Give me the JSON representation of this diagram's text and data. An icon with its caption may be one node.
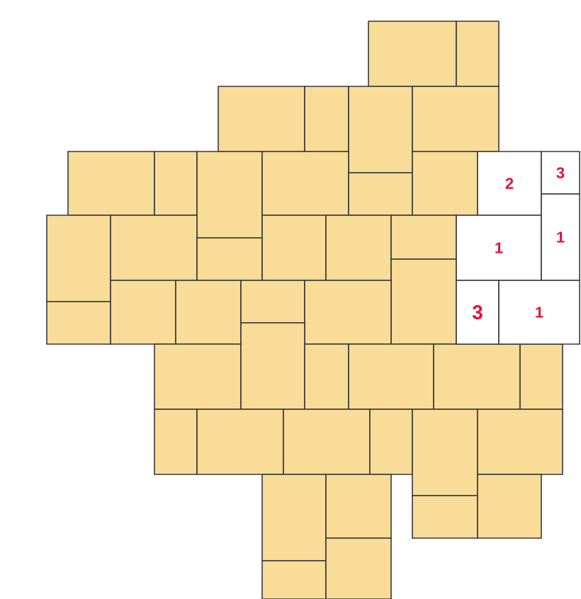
{
  "diagram": {
    "nodes": [
      {
        "text": [
          "2"
        ]
      },
      {
        "text": [
          "3"
        ]
      },
      {
        "text": [
          "1"
        ]
      },
      {
        "text": [
          "1"
        ]
      },
      {
        "text": [
          "3"
        ]
      },
      {
        "text": [
          "1"
        ]
      }
    ]
  }
}
